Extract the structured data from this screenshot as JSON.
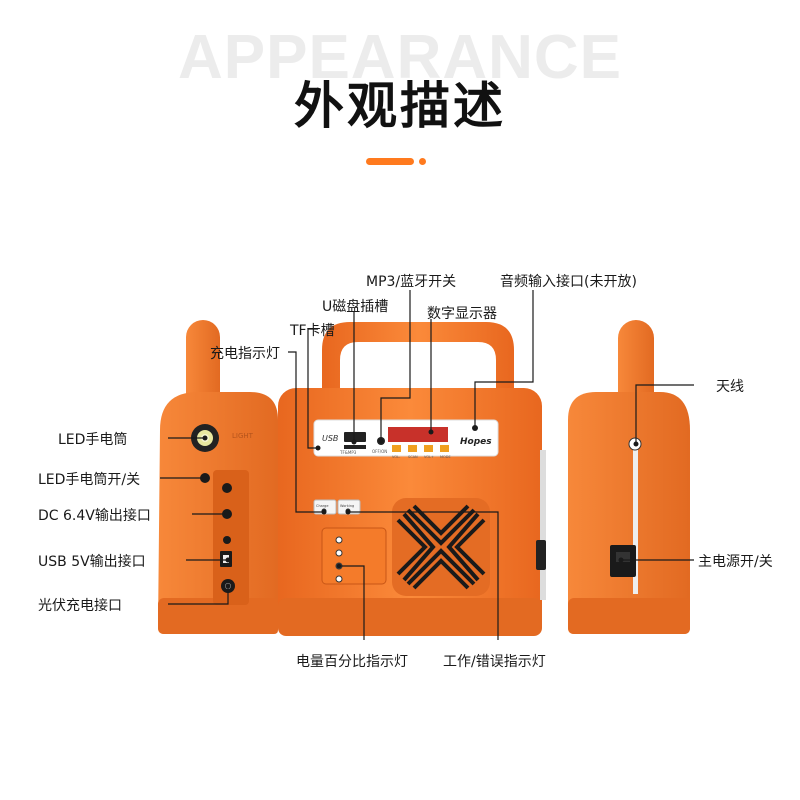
{
  "header": {
    "bg_title": "APPEARANCE",
    "title": "外观描述"
  },
  "colors": {
    "accent": "#ff7a1e",
    "device_body": "#f47b2a",
    "device_dark": "#d9611a",
    "panel": "#ffffff",
    "display": "#c8312a"
  },
  "panel_text": {
    "usb": "USB",
    "tf_mp3": "TF&MP3",
    "brand": "Hopes",
    "led_flash": "LIGHT",
    "charge": "Charge",
    "working": "Working",
    "on_off": "OFF/ON",
    "vol_minus": "VOL-",
    "scan": "SCAN",
    "vol_plus": "VOL+",
    "mode": "MODE"
  },
  "labels": {
    "led_torch": "LED手电筒",
    "led_switch": "LED手电筒开/关",
    "dc_output": "DC 6.4V输出接口",
    "usb_output": "USB 5V输出接口",
    "solar_input": "光伏充电接口",
    "charge_indicator": "充电指示灯",
    "tf_slot": "TF卡槽",
    "u_disk_slot": "U磁盘插槽",
    "mp3_bt_switch": "MP3/蓝牙开关",
    "digital_display": "数字显示器",
    "audio_input": "音频输入接口(未开放)",
    "antenna": "天线",
    "main_switch": "主电源开/关",
    "battery_indicator": "电量百分比指示灯",
    "work_error_indicator": "工作/错误指示灯"
  }
}
